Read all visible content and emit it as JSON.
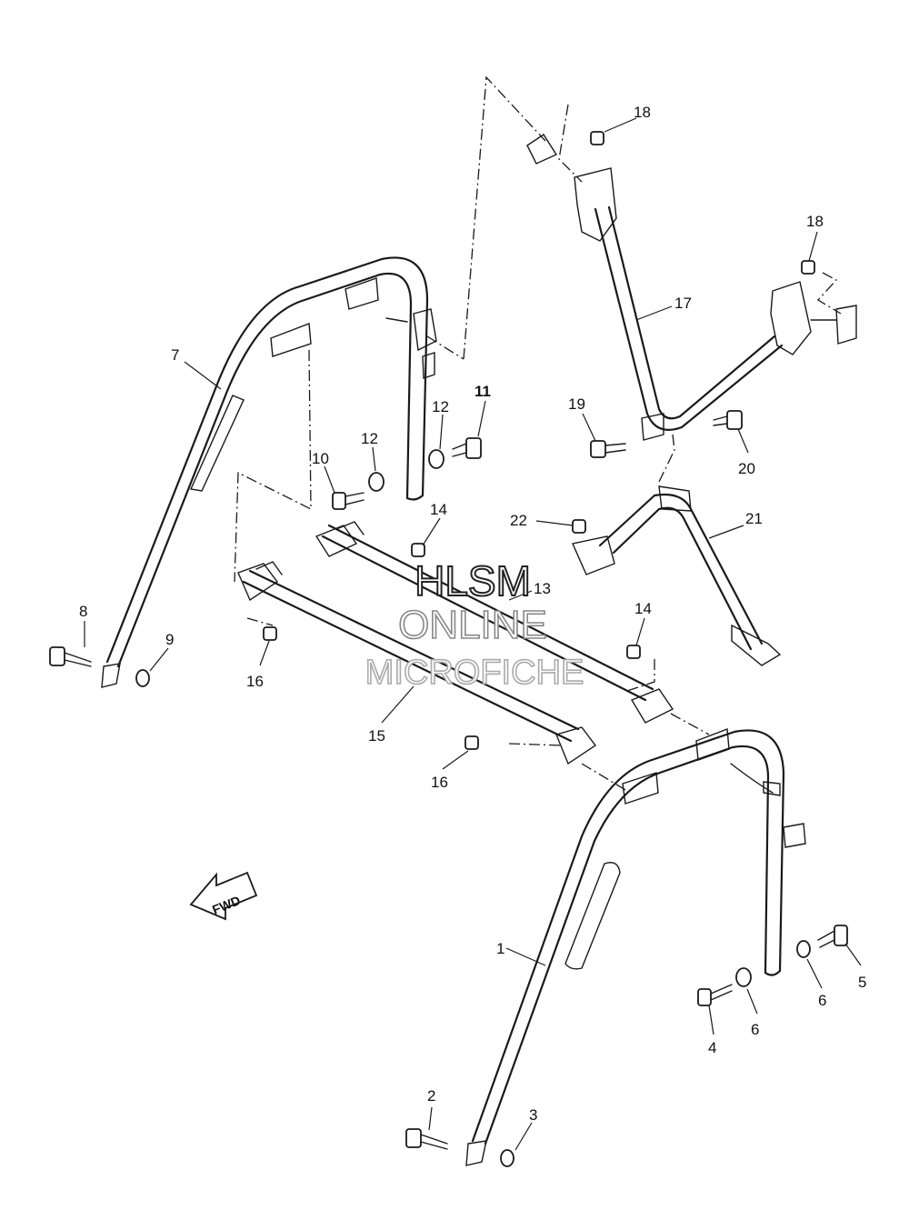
{
  "callouts": {
    "c1": "1",
    "c2": "2",
    "c3": "3",
    "c4": "4",
    "c5": "5",
    "c6a": "6",
    "c6b": "6",
    "c7": "7",
    "c8": "8",
    "c9": "9",
    "c10": "10",
    "c11": "11",
    "c12a": "12",
    "c12b": "12",
    "c13": "13",
    "c14a": "14",
    "c14b": "14",
    "c15": "15",
    "c16a": "16",
    "c16b": "16",
    "c17": "17",
    "c18a": "18",
    "c18b": "18",
    "c19": "19",
    "c20": "20",
    "c21": "21",
    "c22": "22"
  },
  "direction_marker": "FWD",
  "watermark": {
    "line1": "HLSM",
    "line2": "ONLINE",
    "line3": "MICROFICHE"
  }
}
